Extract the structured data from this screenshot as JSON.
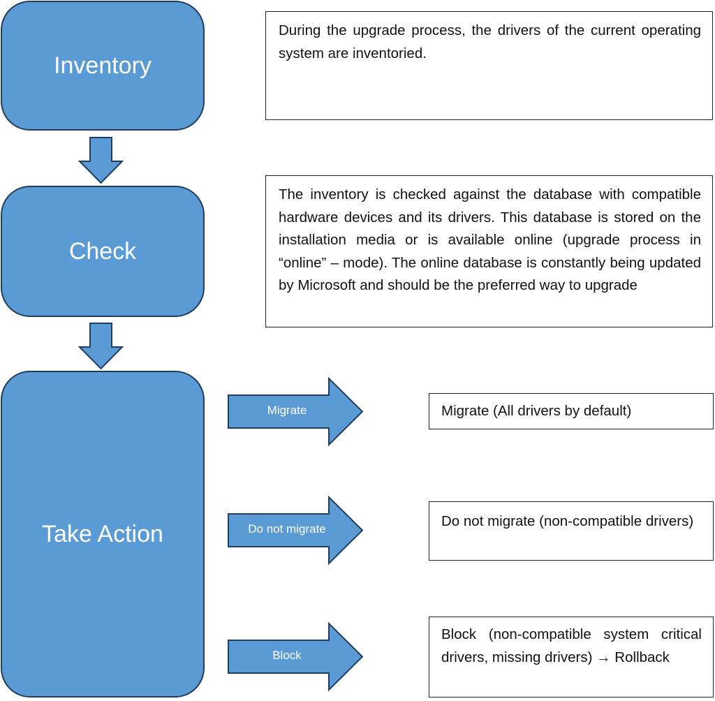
{
  "diagram": {
    "nodes": [
      {
        "id": "inventory",
        "label": "Inventory"
      },
      {
        "id": "check",
        "label": "Check"
      },
      {
        "id": "take-action",
        "label": "Take Action"
      }
    ],
    "descriptions": {
      "inventory": "During the upgrade process, the drivers of the current operating system are inventoried.",
      "check": "The inventory is checked against the database with compatible hardware devices and its drivers. This database is stored on the installation media or is available online (upgrade process in “online” – mode). The online database is constantly being updated by Microsoft and should be the preferred way to upgrade"
    },
    "actions": [
      {
        "label": "Migrate",
        "result": "Migrate (All drivers by default)"
      },
      {
        "label": "Do not migrate",
        "result": "Do not migrate (non-compatible drivers)"
      },
      {
        "label": "Block",
        "result": "Block (non-compatible system critical drivers, missing drivers) → Rollback"
      }
    ],
    "colors": {
      "node_fill": "#5b9bd5",
      "node_border": "#1f3d5c",
      "text_on_node": "#ffffff",
      "box_border": "#222222"
    }
  }
}
